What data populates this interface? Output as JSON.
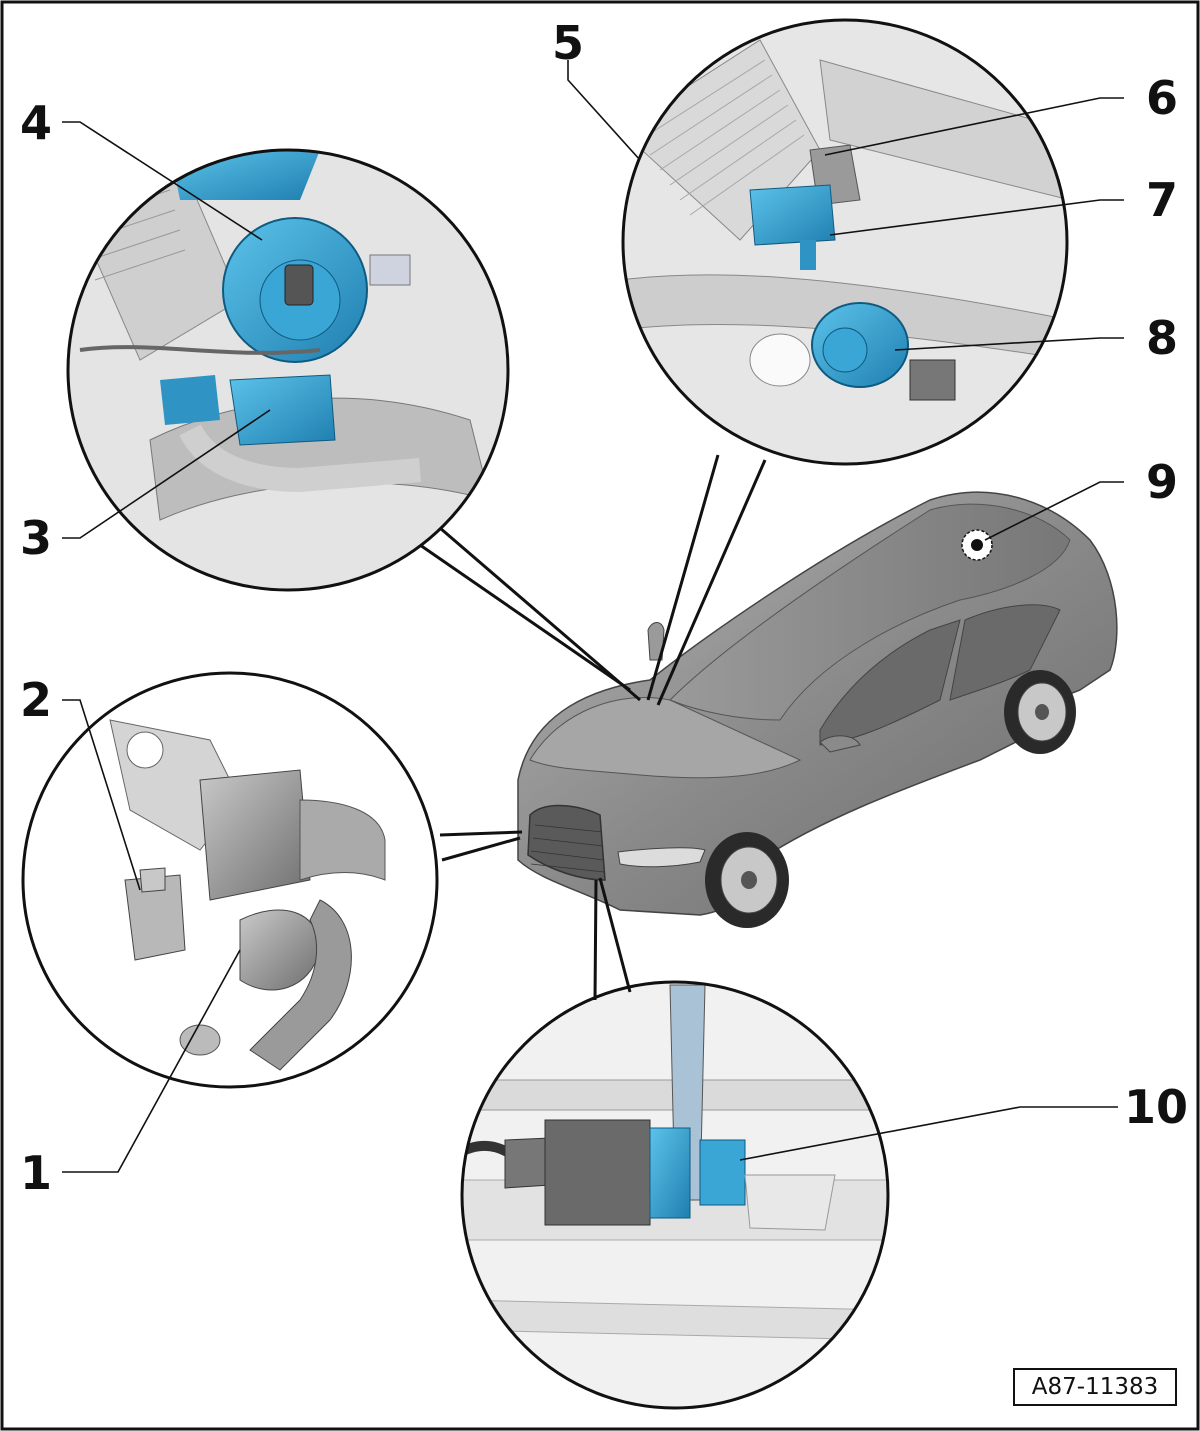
{
  "callouts": [
    "1",
    "2",
    "3",
    "4",
    "5",
    "6",
    "7",
    "8",
    "9",
    "10"
  ],
  "figure_ref": "A87-11383",
  "colors": {
    "component_highlight": "#3aa6d6",
    "component_highlight_dark": "#1f7fb0",
    "part_grey": "#8c8c8c",
    "vehicle_grey": "#7a7a7a",
    "line": "#111111"
  }
}
